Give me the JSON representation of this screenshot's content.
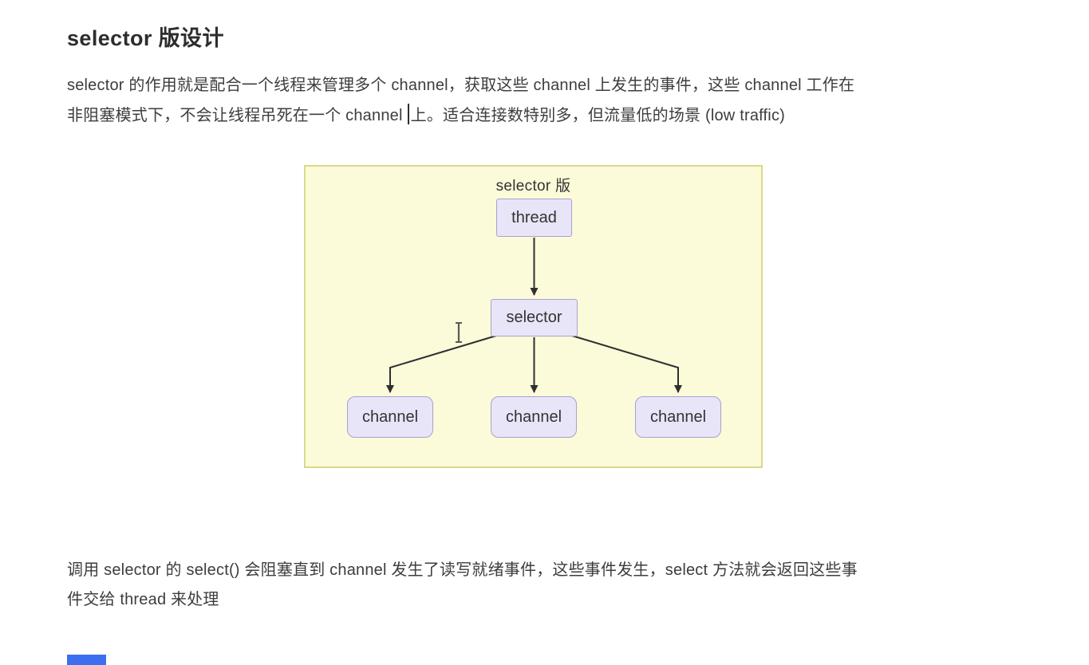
{
  "document": {
    "title": "selector 版设计",
    "paragraph1": {
      "line1": "selector 的作用就是配合一个线程来管理多个 channel，获取这些 channel 上发生的事件，这些 channel 工作在",
      "line2_before_caret": "非阻塞模式下，不会让线程吊死在一个 channel",
      "line2_after_caret": "上。适合连接数特别多，但流量低的场景 (low traffic)"
    },
    "paragraph2": {
      "line1": "调用 selector 的 select() 会阻塞直到 channel 发生了读写就绪事件，这些事件发生，select 方法就会返回这些事",
      "line2": "件交给 thread 来处理"
    }
  },
  "diagram": {
    "caption": "selector 版",
    "nodes": {
      "thread": "thread",
      "selector": "selector",
      "channel_left": "channel",
      "channel_middle": "channel",
      "channel_right": "channel"
    },
    "colors": {
      "canvas_background": "#fbfad9",
      "canvas_border": "#d9d98a",
      "node_background": "#e8e5f8",
      "node_border": "#ab9fd3",
      "arrow": "#2f2f2f"
    }
  },
  "bottom_bar": {
    "color": "#3b6ff0"
  }
}
